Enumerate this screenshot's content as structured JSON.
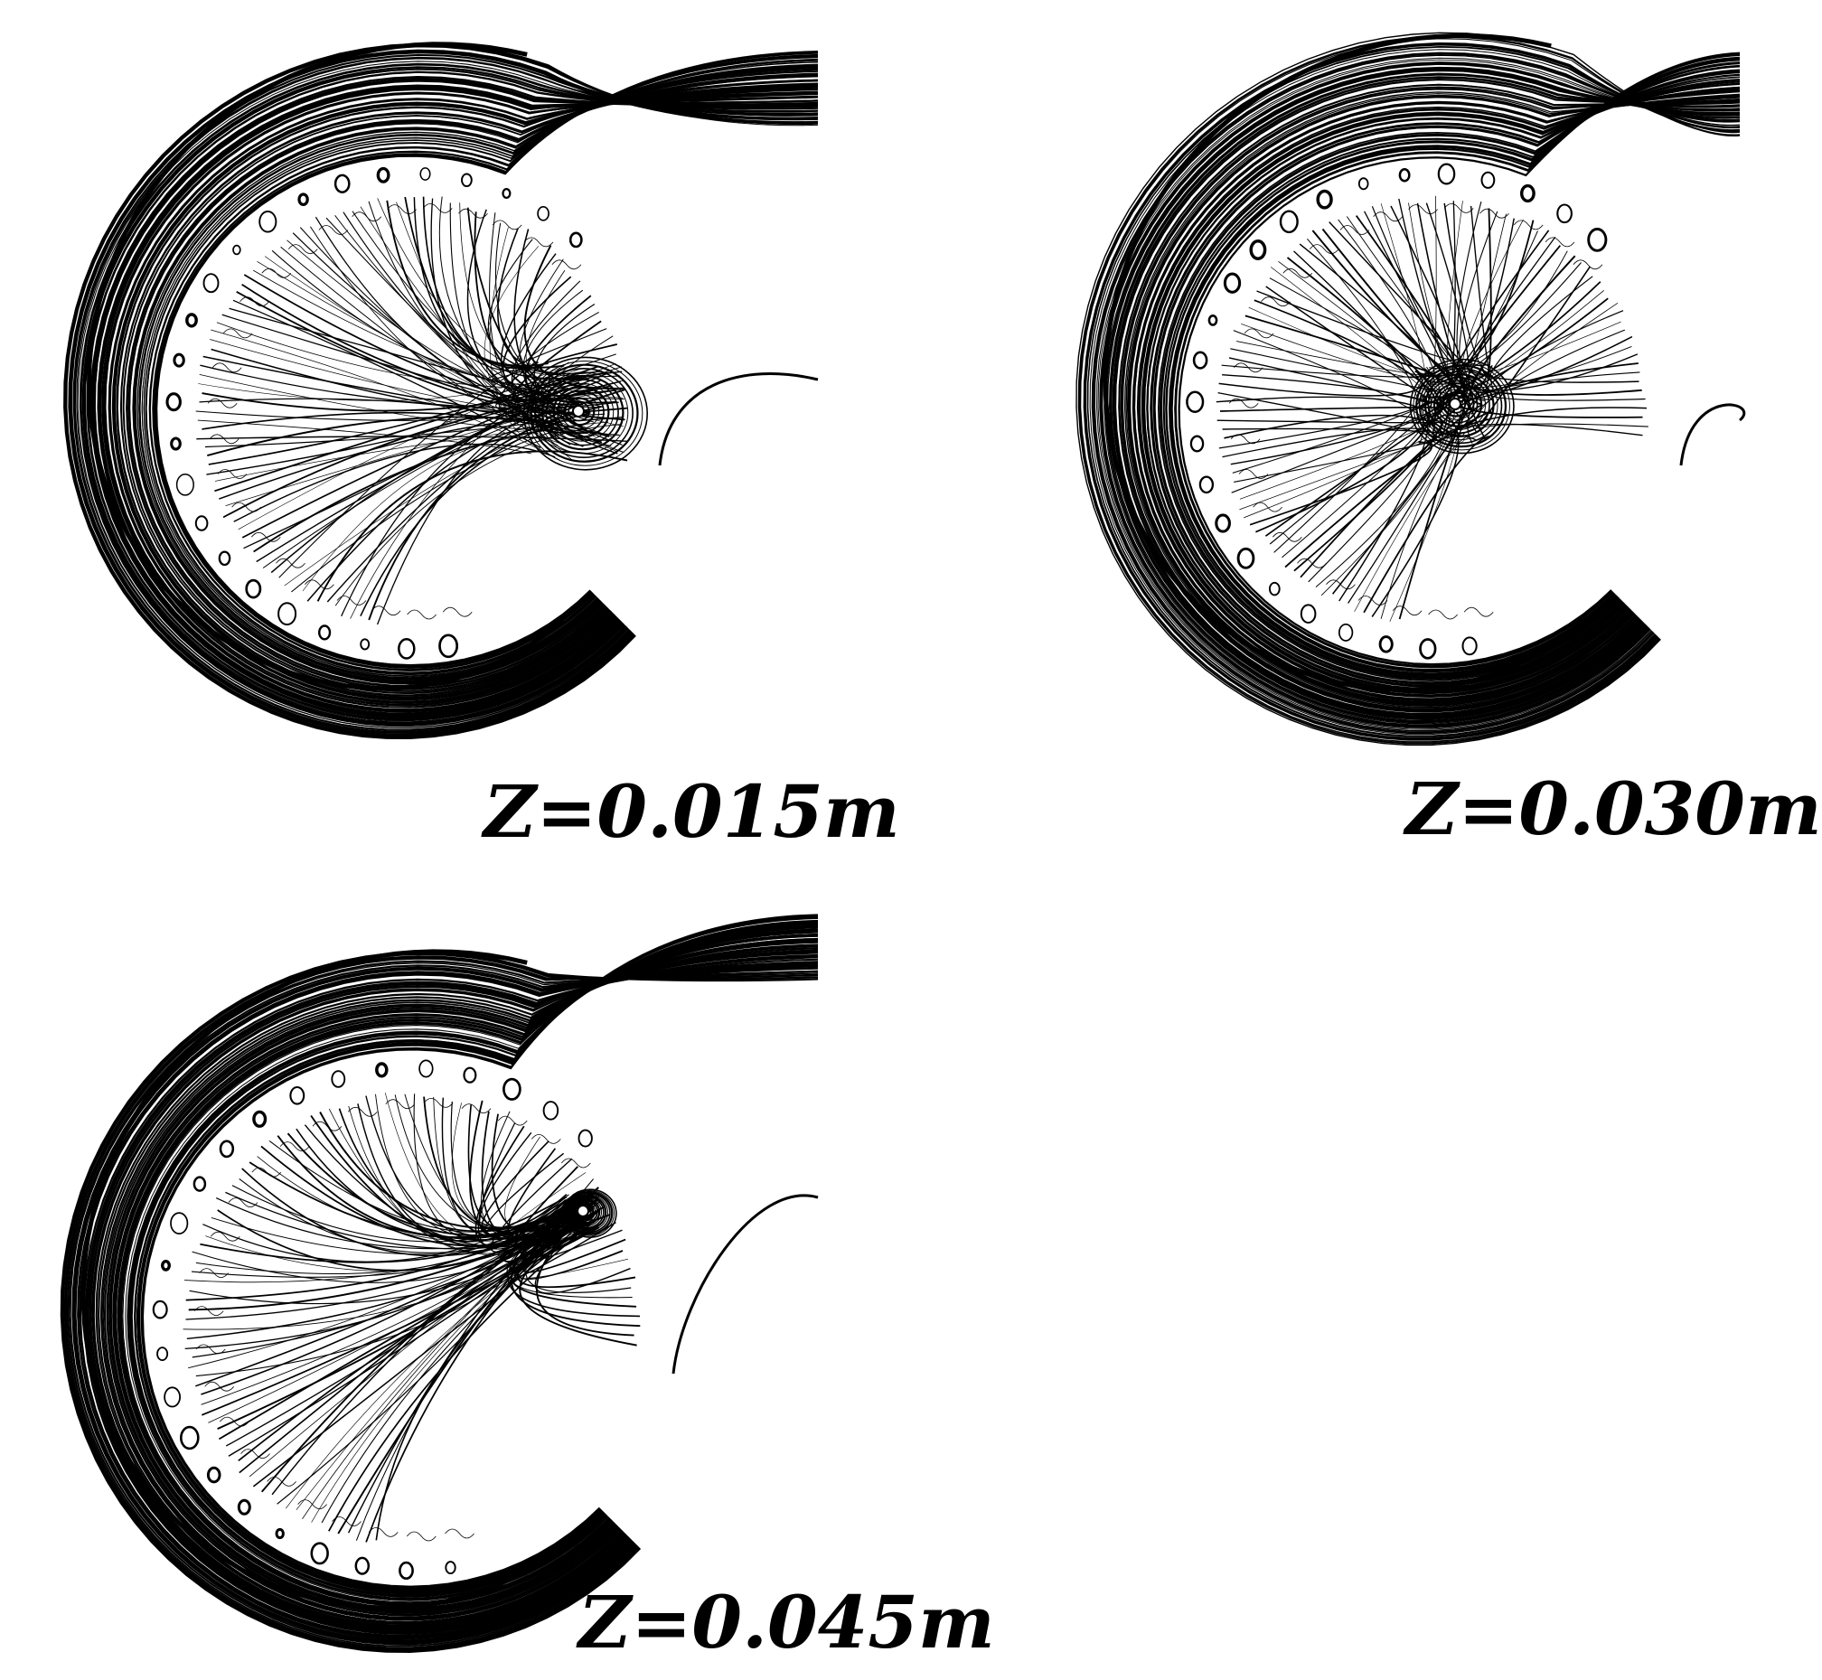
{
  "figure": {
    "panels": [
      {
        "label": "Z=0.015m"
      },
      {
        "label": "Z=0.030m"
      },
      {
        "label": "Z=0.045m"
      }
    ],
    "colors": {
      "background": "#ffffff",
      "line": "#000000"
    }
  }
}
